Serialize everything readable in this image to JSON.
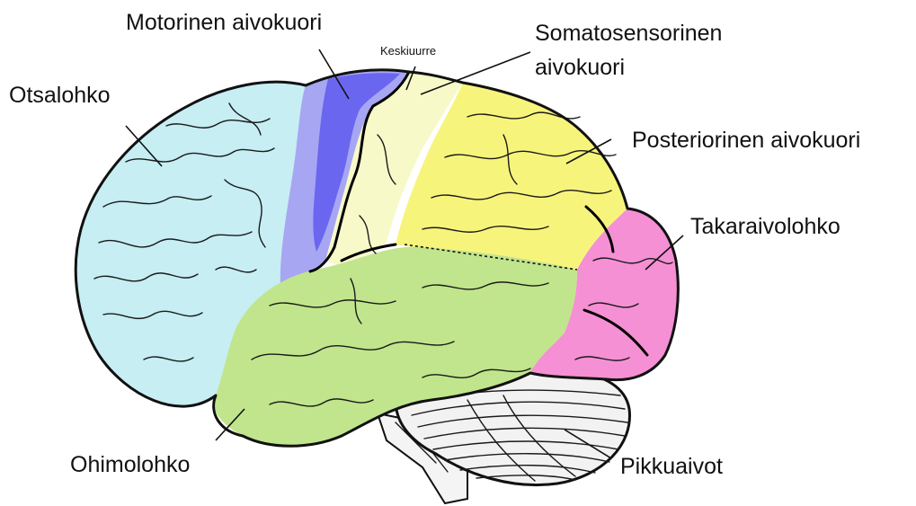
{
  "diagram": {
    "labels": {
      "motor": "Motorinen aivokuori",
      "central_sulcus": "Keskiuurre",
      "somatosensory_line1": "Somatosensorinen",
      "somatosensory_line2": "aivokuori",
      "frontal": "Otsalohko",
      "posterior": "Posteriorinen aivokuori",
      "occipital": "Takaraivolohko",
      "temporal": "Ohimolohko",
      "cerebellum": "Pikkuaivot"
    },
    "colors": {
      "frontal": "#c6eef3",
      "motor_light": "#a7a6f2",
      "motor_dark": "#6a66f0",
      "somatosensory": "#f7f9c8",
      "posterior": "#f7f47c",
      "occipital": "#f590d4",
      "temporal": "#c1e58c",
      "cerebellum": "#f2f2f2"
    }
  }
}
